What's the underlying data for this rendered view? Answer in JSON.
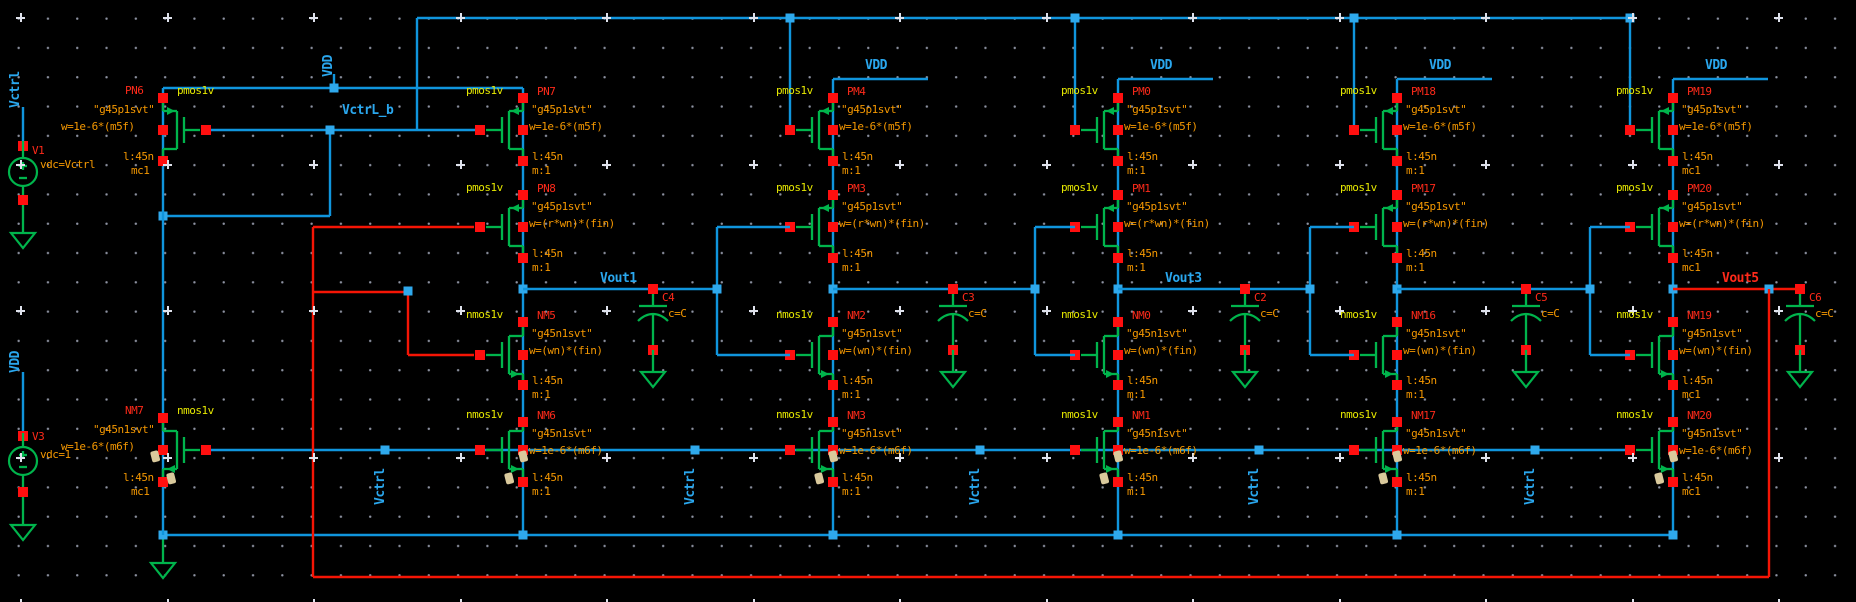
{
  "colors": {
    "background": "#000000",
    "wire": "#1095dd",
    "selected": "#f51505",
    "device": "#00b44c",
    "pin": "#ff0f0f",
    "junction": "#2fa9ec",
    "instance_text": "#ff2a1a",
    "cell_text": "#e6e800",
    "param_text": "#f59800",
    "net_text": "#2aa7ee",
    "bulk_mark": "#d9c99c",
    "grid_dot": "#8e93a2"
  },
  "nets": {
    "vctrl": "Vctrl",
    "vdd": "VDD",
    "vctrl_b": "VctrL_b"
  },
  "sources": [
    {
      "name": "V1",
      "value": "vdc=Vctrl",
      "net": "Vctrl"
    },
    {
      "name": "V3",
      "value": "vdc=1",
      "net": "VDD"
    }
  ],
  "bias_devices": [
    {
      "name": "PN6",
      "cell": "pmos1v",
      "model": "\"g45p1svt\"",
      "width": "w=1e-6*(m5f)",
      "length": "l:45n",
      "mult": "mc1"
    },
    {
      "name": "NM7",
      "cell": "nmos1v",
      "model": "\"g45n1svt\"",
      "width": "w=1e-6*(m6f)",
      "length": "l:45n",
      "mult": "mc1"
    }
  ],
  "stages": [
    {
      "vdd": "VDD",
      "out": "Vout1",
      "vctrl": "Vctrl",
      "cap": {
        "name": "C4",
        "value": "c=C"
      },
      "devices": [
        {
          "name": "PN7",
          "cell": "pmos1v",
          "model": "\"g45p1svt\"",
          "width": "w=1e-6*(m5f)",
          "length": "l:45n",
          "mult": "m:1"
        },
        {
          "name": "PN8",
          "cell": "pmos1v",
          "model": "\"g45p1svt\"",
          "width": "w=(r*wn)*(fin)",
          "length": "l:45n",
          "mult": "m:1"
        },
        {
          "name": "NM5",
          "cell": "nmos1v",
          "model": "\"g45n1svt\"",
          "width": "w=(wn)*(fin)",
          "length": "l:45n",
          "mult": "m:1"
        },
        {
          "name": "NM6",
          "cell": "nmos1v",
          "model": "\"g45n1svt\"",
          "width": "w=1e-6*(m6f)",
          "length": "l:45n",
          "mult": "m:1"
        }
      ]
    },
    {
      "vdd": "VDD",
      "out": "",
      "vctrl": "Vctrl",
      "cap": {
        "name": "C3",
        "value": "c=C"
      },
      "devices": [
        {
          "name": "PM4",
          "cell": "pmos1v",
          "model": "\"g45p1svt\"",
          "width": "w=1e-6*(m5f)",
          "length": "l:45n",
          "mult": "m:1"
        },
        {
          "name": "PM3",
          "cell": "pmos1v",
          "model": "\"g45p1svt\"",
          "width": "w=(r*wn)*(fin)",
          "length": "l:45n",
          "mult": "m:1"
        },
        {
          "name": "NM2",
          "cell": "nmos1v",
          "model": "\"g45n1svt\"",
          "width": "w=(wn)*(fin)",
          "length": "l:45n",
          "mult": "m:1"
        },
        {
          "name": "NM3",
          "cell": "nmos1v",
          "model": "\"g45n1svt\"",
          "width": "w=1e-6*(m6f)",
          "length": "l:45n",
          "mult": "m:1"
        }
      ]
    },
    {
      "vdd": "VDD",
      "out": "Vout3",
      "vctrl": "Vctrl",
      "cap": {
        "name": "C2",
        "value": "c=C"
      },
      "devices": [
        {
          "name": "PM0",
          "cell": "pmos1v",
          "model": "\"g45p1svt\"",
          "width": "w=1e-6*(m5f)",
          "length": "l:45n",
          "mult": "m:1"
        },
        {
          "name": "PM1",
          "cell": "pmos1v",
          "model": "\"g45p1svt\"",
          "width": "w=(r*wn)*(fin)",
          "length": "l:45n",
          "mult": "m:1"
        },
        {
          "name": "NM0",
          "cell": "nmos1v",
          "model": "\"g45n1svt\"",
          "width": "w=(wn)*(fin)",
          "length": "l:45n",
          "mult": "m:1"
        },
        {
          "name": "NM1",
          "cell": "nmos1v",
          "model": "\"g45n1svt\"",
          "width": "w=1e-6*(m6f)",
          "length": "l:45n",
          "mult": "m:1"
        }
      ]
    },
    {
      "vdd": "VDD",
      "out": "",
      "vctrl": "Vctrl",
      "cap": {
        "name": "C5",
        "value": "c=C"
      },
      "devices": [
        {
          "name": "PM18",
          "cell": "pmos1v",
          "model": "\"g45p1svt\"",
          "width": "w=1e-6*(m5f)",
          "length": "l:45n",
          "mult": "m:1"
        },
        {
          "name": "PM17",
          "cell": "pmos1v",
          "model": "\"g45p1svt\"",
          "width": "w=(r*wn)*(fin)",
          "length": "l:45n",
          "mult": "m:1"
        },
        {
          "name": "NM16",
          "cell": "nmos1v",
          "model": "\"g45n1svt\"",
          "width": "w=(wn)*(fin)",
          "length": "l:45n",
          "mult": "m:1"
        },
        {
          "name": "NM17",
          "cell": "nmos1v",
          "model": "\"g45n1svt\"",
          "width": "w=1e-6*(m6f)",
          "length": "l:45n",
          "mult": "m:1"
        }
      ]
    },
    {
      "vdd": "VDD",
      "out": "Vout5",
      "out_selected": true,
      "vctrl": "Vctrl",
      "cap": {
        "name": "C6",
        "value": "c=C"
      },
      "devices": [
        {
          "name": "PM19",
          "cell": "pmos1v",
          "model": "\"g45p1svt\"",
          "width": "w=1e-6*(m5f)",
          "length": "l:45n",
          "mult": "mc1"
        },
        {
          "name": "PM20",
          "cell": "pmos1v",
          "model": "\"g45p1svt\"",
          "width": "w=(r*wn)*(fin)",
          "length": "l:45n",
          "mult": "mc1"
        },
        {
          "name": "NM19",
          "cell": "nmos1v",
          "model": "\"g45n1svt\"",
          "width": "w=(wn)*(fin)",
          "length": "l:45n",
          "mult": "mc1"
        },
        {
          "name": "NM20",
          "cell": "nmos1v",
          "model": "\"g45n1svt\"",
          "width": "w=1e-6*(m6f)",
          "length": "l:45n",
          "mult": "mc1"
        }
      ]
    }
  ]
}
